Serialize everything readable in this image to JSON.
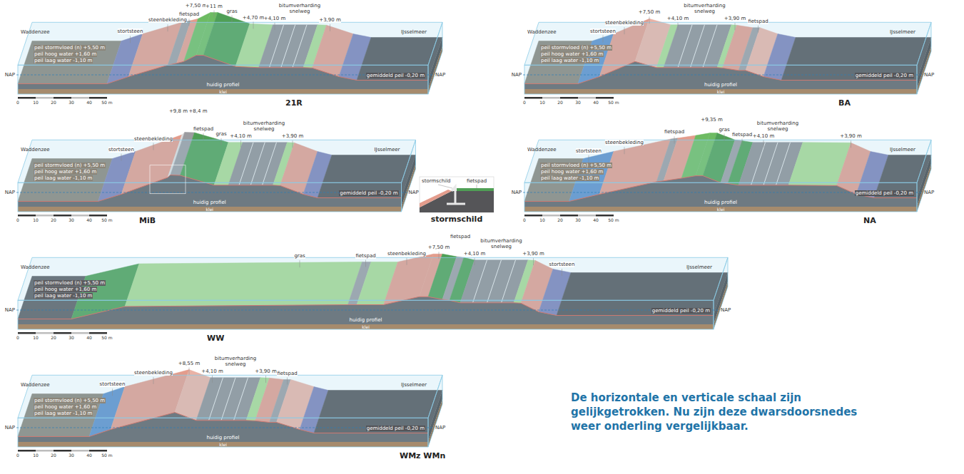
{
  "diagram": {
    "caption": "De horizontale en verticale schaal zijn gelijkgetrokken. Nu zijn deze dwarsdoorsnedes weer onderling vergelijkbaar.",
    "labels": [
      "stortsteen",
      "steenbekleding",
      "+7,50 m",
      "+11 m",
      "fietspad",
      "gras",
      "bitumverharding snelweg",
      "+4,70 m",
      "+4,10 m",
      "+3,90 m",
      "Waddenzee",
      "IJsselmeer",
      "NAP",
      "NAP",
      "peil stormvloed (n) +5,50 m",
      "peil hoog water +1,60 m",
      "peil laag water -1,10 m",
      "huidig profiel",
      "klei",
      "gemiddeld peil -0,20 m",
      "0",
      "10",
      "20",
      "30",
      "40",
      "50 m",
      "21R",
      "stortsteen",
      "steenbekleding",
      "+7,50 m",
      "+4,10 m",
      "bitumverharding snelweg",
      "+3,90 m",
      "fietspad",
      "Waddenzee",
      "IJsselmeer",
      "NAP",
      "NAP",
      "peil stormvloed (n) +5,50 m",
      "peil hoog water +1,60 m",
      "peil laag water -1,10 m",
      "huidig profiel",
      "klei",
      "gemiddeld peil -0,20 m",
      "0",
      "10",
      "20",
      "30",
      "40",
      "50 m",
      "BA",
      "stortsteen",
      "steenbekleding",
      "+9,8 m",
      "+8,4 m",
      "fietspad",
      "gras",
      "+4,10 m",
      "bitumverharding snelweg",
      "+3,90 m",
      "Waddenzee",
      "IJsselmeer",
      "NAP",
      "NAP",
      "peil stormvloed (n) +5,50 m",
      "peil hoog water +1,60 m",
      "peil laag water -1,10 m",
      "huidig profiel",
      "klei",
      "gemiddeld peil -0,20 m",
      "0",
      "10",
      "20",
      "30",
      "40",
      "50 m",
      "MiB",
      "stormschild",
      "fietspad",
      "stormschild",
      "stortsteen",
      "steenbekleding",
      "fietspad",
      "+9,35 m",
      "gras",
      "fietspad",
      "+4,10 m",
      "bitumverharding snelweg",
      "+3,90 m",
      "Waddenzee",
      "IJsselmeer",
      "NAP",
      "NAP",
      "peil stormvloed (n) +5,50 m",
      "peil hoog water +1,60 m",
      "peil laag water -1,10 m",
      "huidig profiel",
      "klei",
      "gemiddeld peil -0,20 m",
      "0",
      "10",
      "20",
      "30",
      "40",
      "50 m",
      "NA",
      "gras",
      "fietspad",
      "steenbekleding",
      "+7,50 m",
      "fietspad",
      "+4,10 m",
      "bitumverharding snelweg",
      "+3,90 m",
      "stortsteen",
      "Waddenzee",
      "IJsselmeer",
      "NAP",
      "NAP",
      "peil stormvloed (n) +5,50 m",
      "peil hoog water +1,60 m",
      "peil laag water -1,10 m",
      "huidig profiel",
      "klei",
      "gemiddeld peil -0,20 m",
      "0",
      "10",
      "20",
      "30",
      "40",
      "50 m",
      "WW",
      "stortsteen",
      "steenbekleding",
      "+8,55 m",
      "+4,10 m",
      "bitumverharding snelweg",
      "+3,90 m",
      "fietspad",
      "Waddenzee",
      "IJsselmeer",
      "NAP",
      "NAP",
      "peil stormvloed (n) +5,50 m",
      "peil hoog water +1,60 m",
      "peil laag water -1,10 m",
      "huidig profiel",
      "klei",
      "gemiddeld peil -0,20 m",
      "0",
      "10",
      "20",
      "30",
      "40",
      "50 m",
      "WMz WMn"
    ]
  }
}
